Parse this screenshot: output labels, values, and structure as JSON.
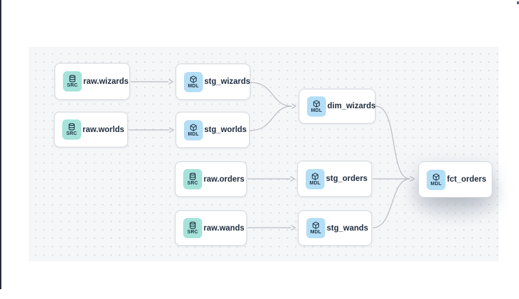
{
  "canvas": {
    "background": "#f5f6f8",
    "dot_color": "#dcdfe4"
  },
  "colors": {
    "src_badge_bg": "#a5e3da",
    "mdl_badge_bg": "#b4def6",
    "node_border": "#d4d8dd",
    "node_text": "#1e2c3e",
    "edge": "#b7bcc4",
    "window_edge": "#262c3a"
  },
  "badges": {
    "source_label": "SRC",
    "model_label": "MDL",
    "source_icon": "database-icon",
    "model_icon": "cube-icon"
  },
  "nodes": [
    {
      "id": "raw.wizards",
      "label": "raw.wizards",
      "badge": "SRC",
      "kind": "source"
    },
    {
      "id": "stg_wizards",
      "label": "stg_wizards",
      "badge": "MDL",
      "kind": "model"
    },
    {
      "id": "raw.worlds",
      "label": "raw.worlds",
      "badge": "SRC",
      "kind": "source"
    },
    {
      "id": "stg_worlds",
      "label": "stg_worlds",
      "badge": "MDL",
      "kind": "model"
    },
    {
      "id": "dim_wizards",
      "label": "dim_wizards",
      "badge": "MDL",
      "kind": "model"
    },
    {
      "id": "raw.orders",
      "label": "raw.orders",
      "badge": "SRC",
      "kind": "source"
    },
    {
      "id": "stg_orders",
      "label": "stg_orders",
      "badge": "MDL",
      "kind": "model"
    },
    {
      "id": "raw.wands",
      "label": "raw.wands",
      "badge": "SRC",
      "kind": "source"
    },
    {
      "id": "stg_wands",
      "label": "stg_wands",
      "badge": "MDL",
      "kind": "model"
    },
    {
      "id": "fct_orders",
      "label": "fct_orders",
      "badge": "MDL",
      "kind": "model",
      "highlighted": true
    }
  ],
  "edges": [
    {
      "from": "raw.wizards",
      "to": "stg_wizards"
    },
    {
      "from": "raw.worlds",
      "to": "stg_worlds"
    },
    {
      "from": "stg_wizards",
      "to": "dim_wizards"
    },
    {
      "from": "stg_worlds",
      "to": "dim_wizards"
    },
    {
      "from": "raw.orders",
      "to": "stg_orders"
    },
    {
      "from": "raw.wands",
      "to": "stg_wands"
    },
    {
      "from": "dim_wizards",
      "to": "fct_orders"
    },
    {
      "from": "stg_orders",
      "to": "fct_orders"
    },
    {
      "from": "stg_wands",
      "to": "fct_orders"
    }
  ]
}
